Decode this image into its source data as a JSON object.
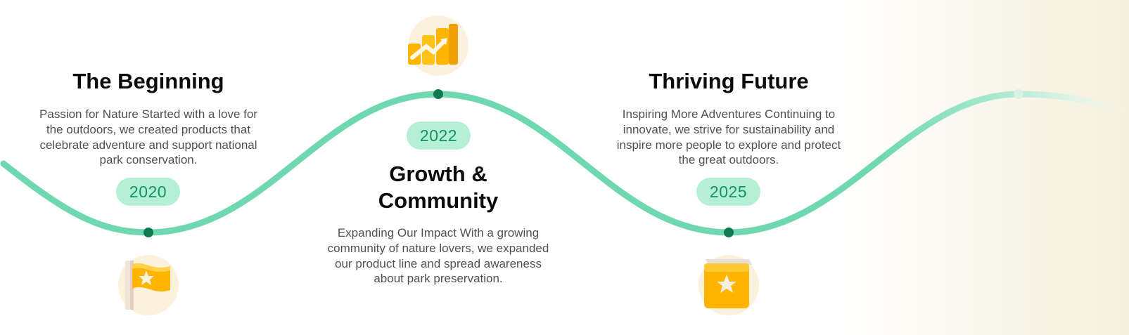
{
  "colors": {
    "curve": "#6fd8b0",
    "curve_fade": "#c9f0e0",
    "node": "#0d7a4f",
    "pill_bg": "#b4efd6",
    "pill_text": "#109463",
    "badge_bg": "#fbf1dc",
    "icon_gold": "#ffb400"
  },
  "timeline": {
    "milestones": [
      {
        "title": "The Beginning",
        "description": "Passion for Nature Started with a love for the outdoors, we created products that celebrate adventure and support national park conservation.",
        "year": "2020",
        "icon": "flag-star-icon"
      },
      {
        "title": "Growth & Community",
        "description": "Expanding Our Impact With a growing community of nature lovers, we expanded our product line and spread awareness about park preservation.",
        "year": "2022",
        "icon": "growth-chart-icon"
      },
      {
        "title": "Thriving Future",
        "description": "Inspiring More Adventures Continuing to innovate, we strive for sustainability and inspire more people to explore and protect the great outdoors.",
        "year": "2025",
        "icon": "star-box-icon"
      }
    ]
  }
}
